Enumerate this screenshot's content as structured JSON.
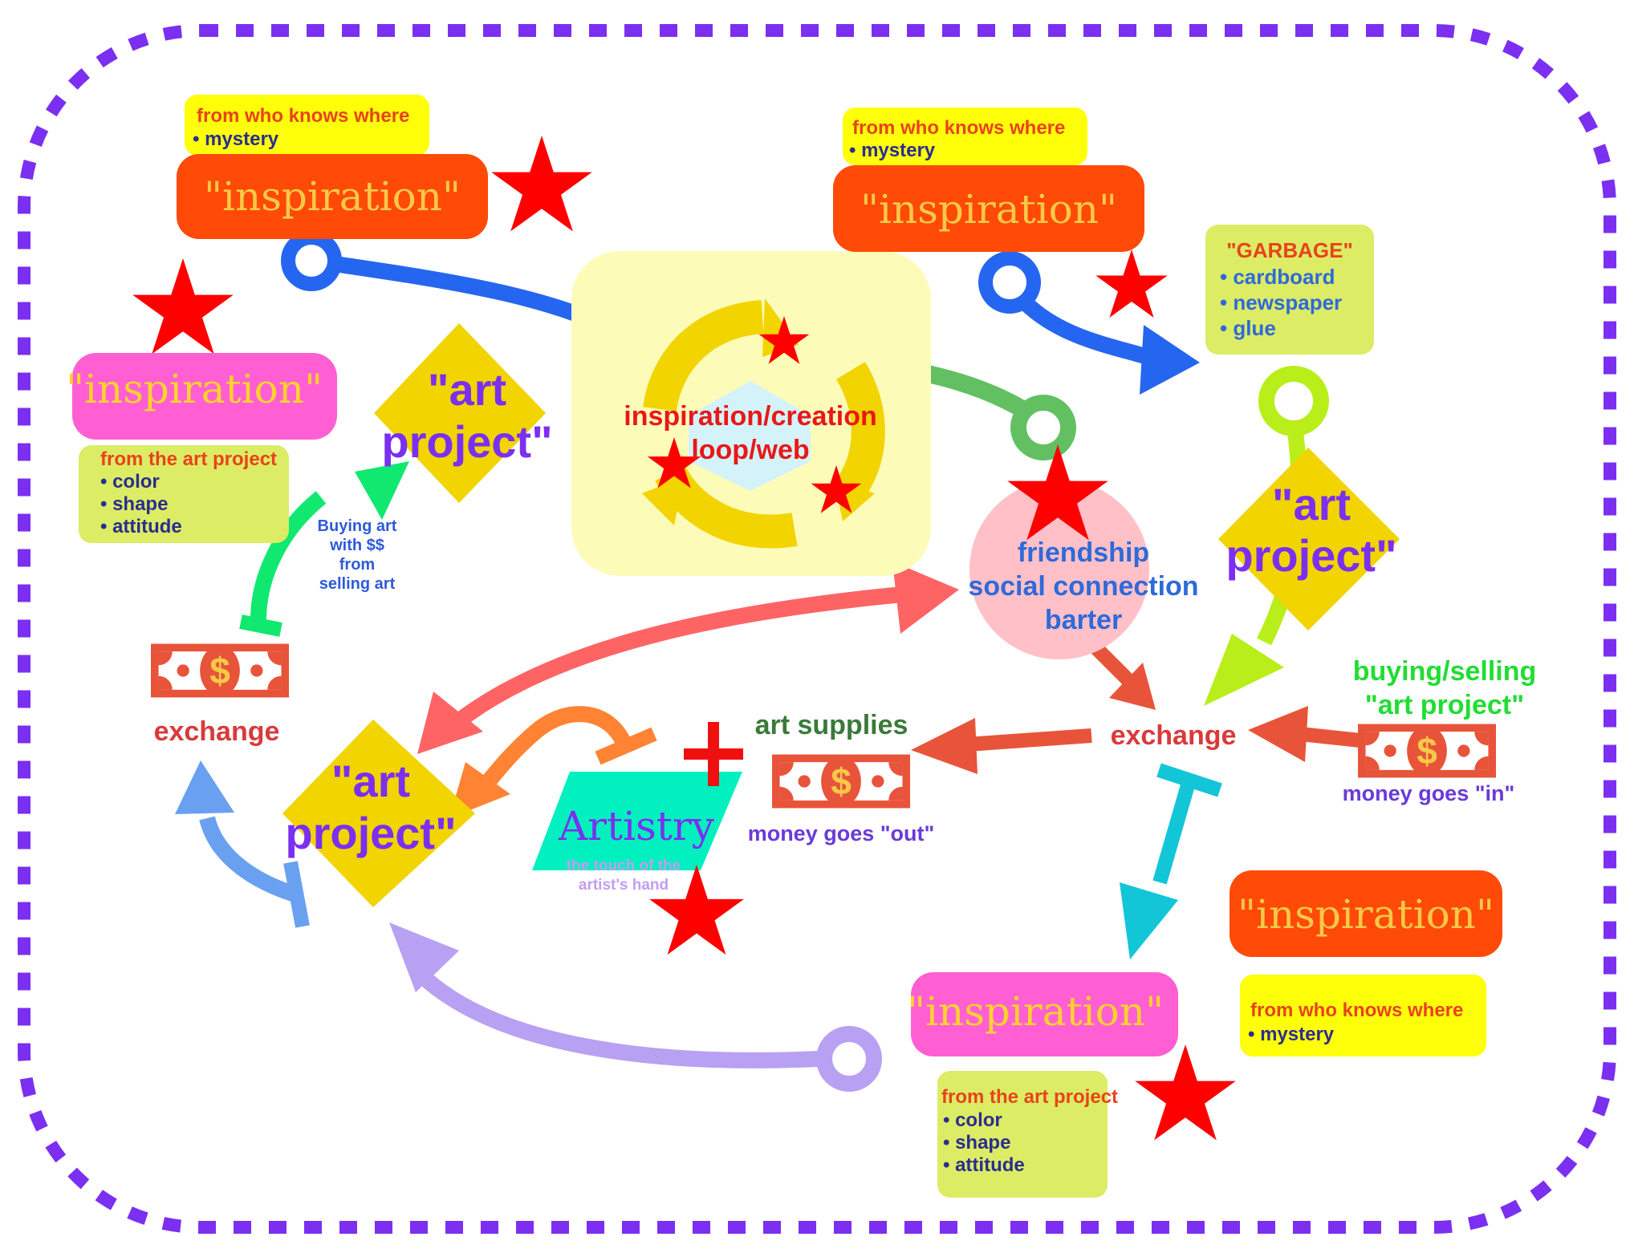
{
  "inspiration_label": "\"inspiration\"",
  "notes": {
    "mystery": {
      "title": "from who knows where",
      "items": [
        "mystery"
      ]
    },
    "art_project": {
      "title": "from the art project",
      "items": [
        "color",
        "shape",
        "attitude"
      ]
    },
    "garbage": {
      "title": "\"GARBAGE\"",
      "items": [
        "cardboard",
        "newspaper",
        "glue"
      ]
    }
  },
  "art_project_label": {
    "line1": "\"art",
    "line2": "project\""
  },
  "loop": {
    "line1": "inspiration/creation",
    "line2": "loop/web"
  },
  "friendship": {
    "line1": "friendship",
    "line2": "social connection",
    "line3": "barter"
  },
  "exchange_label": "exchange",
  "art_supplies": "art supplies",
  "money_out": "money goes \"out\"",
  "money_in": "money goes \"in\"",
  "buying_selling": {
    "line1": "buying/selling",
    "line2": "\"art project\""
  },
  "buying_art": {
    "line1": "Buying art",
    "line2": "with $$",
    "line3": "from",
    "line4": "selling art"
  },
  "artistry": {
    "title": "Artistry",
    "sub1": "the touch of the",
    "sub2": "artist's hand"
  },
  "dollar_sign": "$",
  "colors": {
    "border": "#7b2ff0",
    "inspiration_orange": "#ff4a08",
    "inspiration_pink": "#ff5fd2",
    "note_yellow": "#ffff0a",
    "note_green": "#dcec64",
    "diamond": "#f1d400",
    "loop_bg": "#fdfbb8",
    "star": "#ff0000",
    "money": "#e8543a",
    "friendship_circle": "#ffc0c8"
  },
  "icons": [
    "star-icon",
    "dollar-bill-icon",
    "recycle-loop-icon",
    "plus-icon"
  ]
}
